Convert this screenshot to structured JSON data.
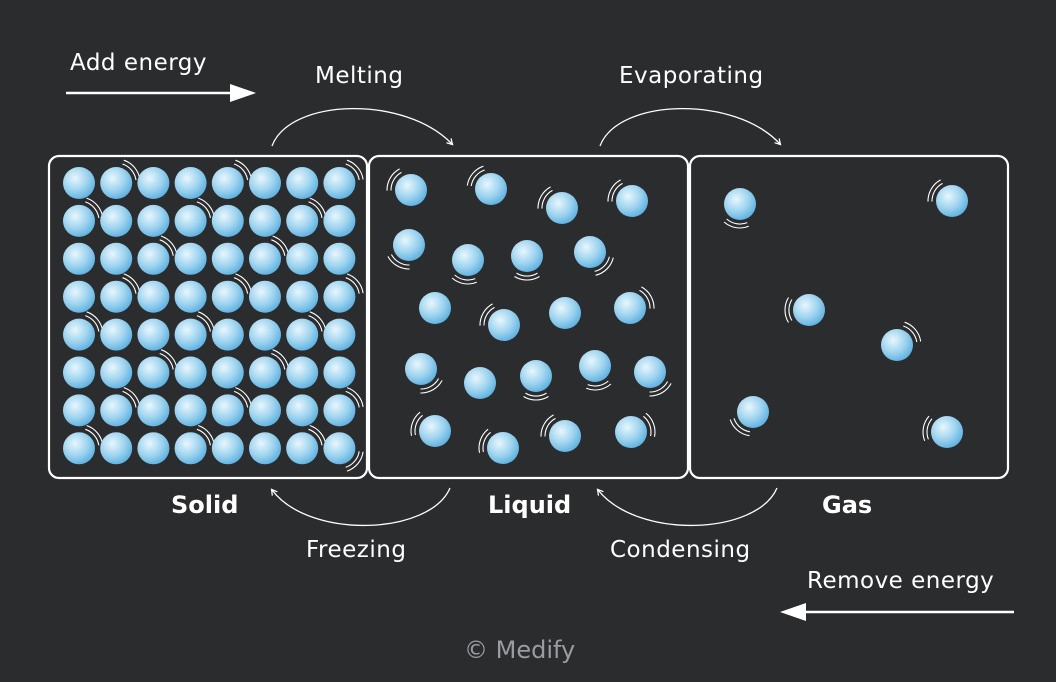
{
  "energy": {
    "add": "Add energy",
    "remove": "Remove energy"
  },
  "transitions": {
    "melting": "Melting",
    "evaporating": "Evaporating",
    "freezing": "Freezing",
    "condensing": "Condensing"
  },
  "states": {
    "solid": "Solid",
    "liquid": "Liquid",
    "gas": "Gas"
  },
  "credit": "© Medify",
  "colors": {
    "background": "#2b2c2e",
    "particle_light": "#e8f6fd",
    "particle_mid": "#9fd4ef",
    "particle_dark": "#5aafe0",
    "line": "#ffffff"
  },
  "icons": {
    "particle": "particle-sphere",
    "vibration": "vibration-arcs"
  }
}
